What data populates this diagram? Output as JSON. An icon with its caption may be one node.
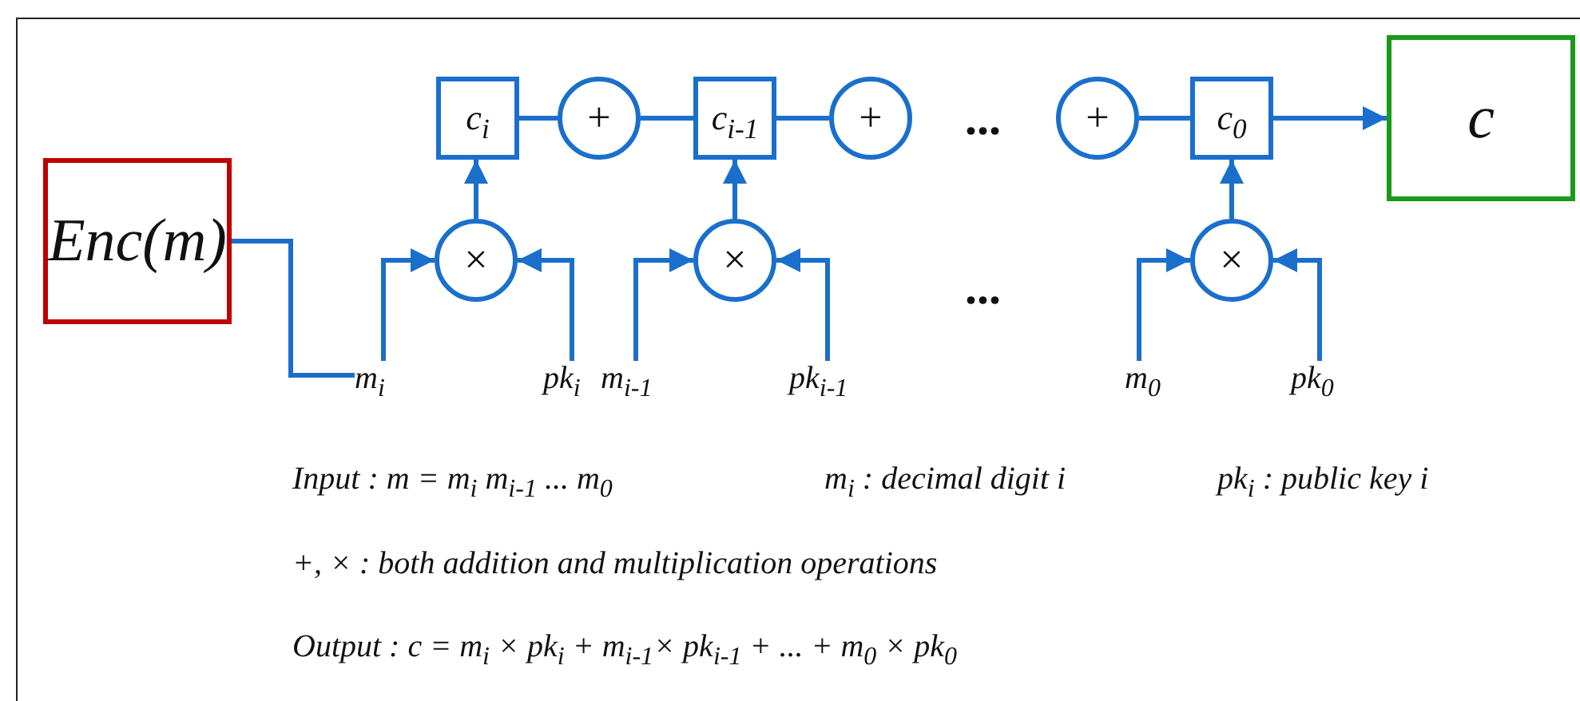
{
  "diagram": {
    "nodes": [
      {
        "text": [
          "Enc(m)"
        ]
      },
      {
        "text": [
          "c$_{i}$"
        ]
      },
      {
        "text": [
          "+"
        ]
      },
      {
        "text": [
          "c$_{i-1}$"
        ]
      },
      {
        "text": [
          "+"
        ]
      },
      {
        "text": [
          "+"
        ]
      },
      {
        "text": [
          "c$_{0}$"
        ]
      },
      {
        "text": [
          "c"
        ]
      },
      {
        "text": [
          "×"
        ]
      },
      {
        "text": [
          "×"
        ]
      },
      {
        "text": [
          "×"
        ]
      },
      {
        "text": [
          "m$_{i}$"
        ]
      },
      {
        "text": [
          "pk$_{i}$"
        ]
      },
      {
        "text": [
          "m$_{i-1}$"
        ]
      },
      {
        "text": [
          "pk$_{i-1}$"
        ]
      },
      {
        "text": [
          "m$_{0}$"
        ]
      },
      {
        "text": [
          "pk$_{0}$"
        ]
      }
    ],
    "edges": [
      {
        "from": 0,
        "to": 11,
        "arrow": "none"
      },
      {
        "from": 1,
        "to": 2,
        "arrow": "none"
      },
      {
        "from": 2,
        "to": 3,
        "arrow": "none"
      },
      {
        "from": 3,
        "to": 4,
        "arrow": "none"
      },
      {
        "from": 5,
        "to": 6,
        "arrow": "none"
      },
      {
        "from": 6,
        "to": 7,
        "arrow": "to"
      },
      {
        "from": 8,
        "to": 1,
        "arrow": "to"
      },
      {
        "from": 9,
        "to": 3,
        "arrow": "to"
      },
      {
        "from": 10,
        "to": 6,
        "arrow": "to"
      },
      {
        "from": 11,
        "to": 8,
        "arrow": "to"
      },
      {
        "from": 12,
        "to": 8,
        "arrow": "to"
      },
      {
        "from": 13,
        "to": 9,
        "arrow": "to"
      },
      {
        "from": 14,
        "to": 9,
        "arrow": "to"
      },
      {
        "from": 15,
        "to": 10,
        "arrow": "to"
      },
      {
        "from": 16,
        "to": 10,
        "arrow": "to"
      }
    ],
    "labels": [
      "...",
      "...",
      "Input : m = m$_{i}$ m$_{i-1}$ ... m$_{0}$",
      "m$_{i}$ : decimal digit i",
      "pk$_{i}$ : public key i",
      "+, × : both addition and multiplication operations",
      "Output : c = m$_{i}$ × pk$_{i}$ + m$_{i-1}$× pk$_{i-1}$ + ... + m$_{0}$ × pk$_{0}$"
    ]
  }
}
